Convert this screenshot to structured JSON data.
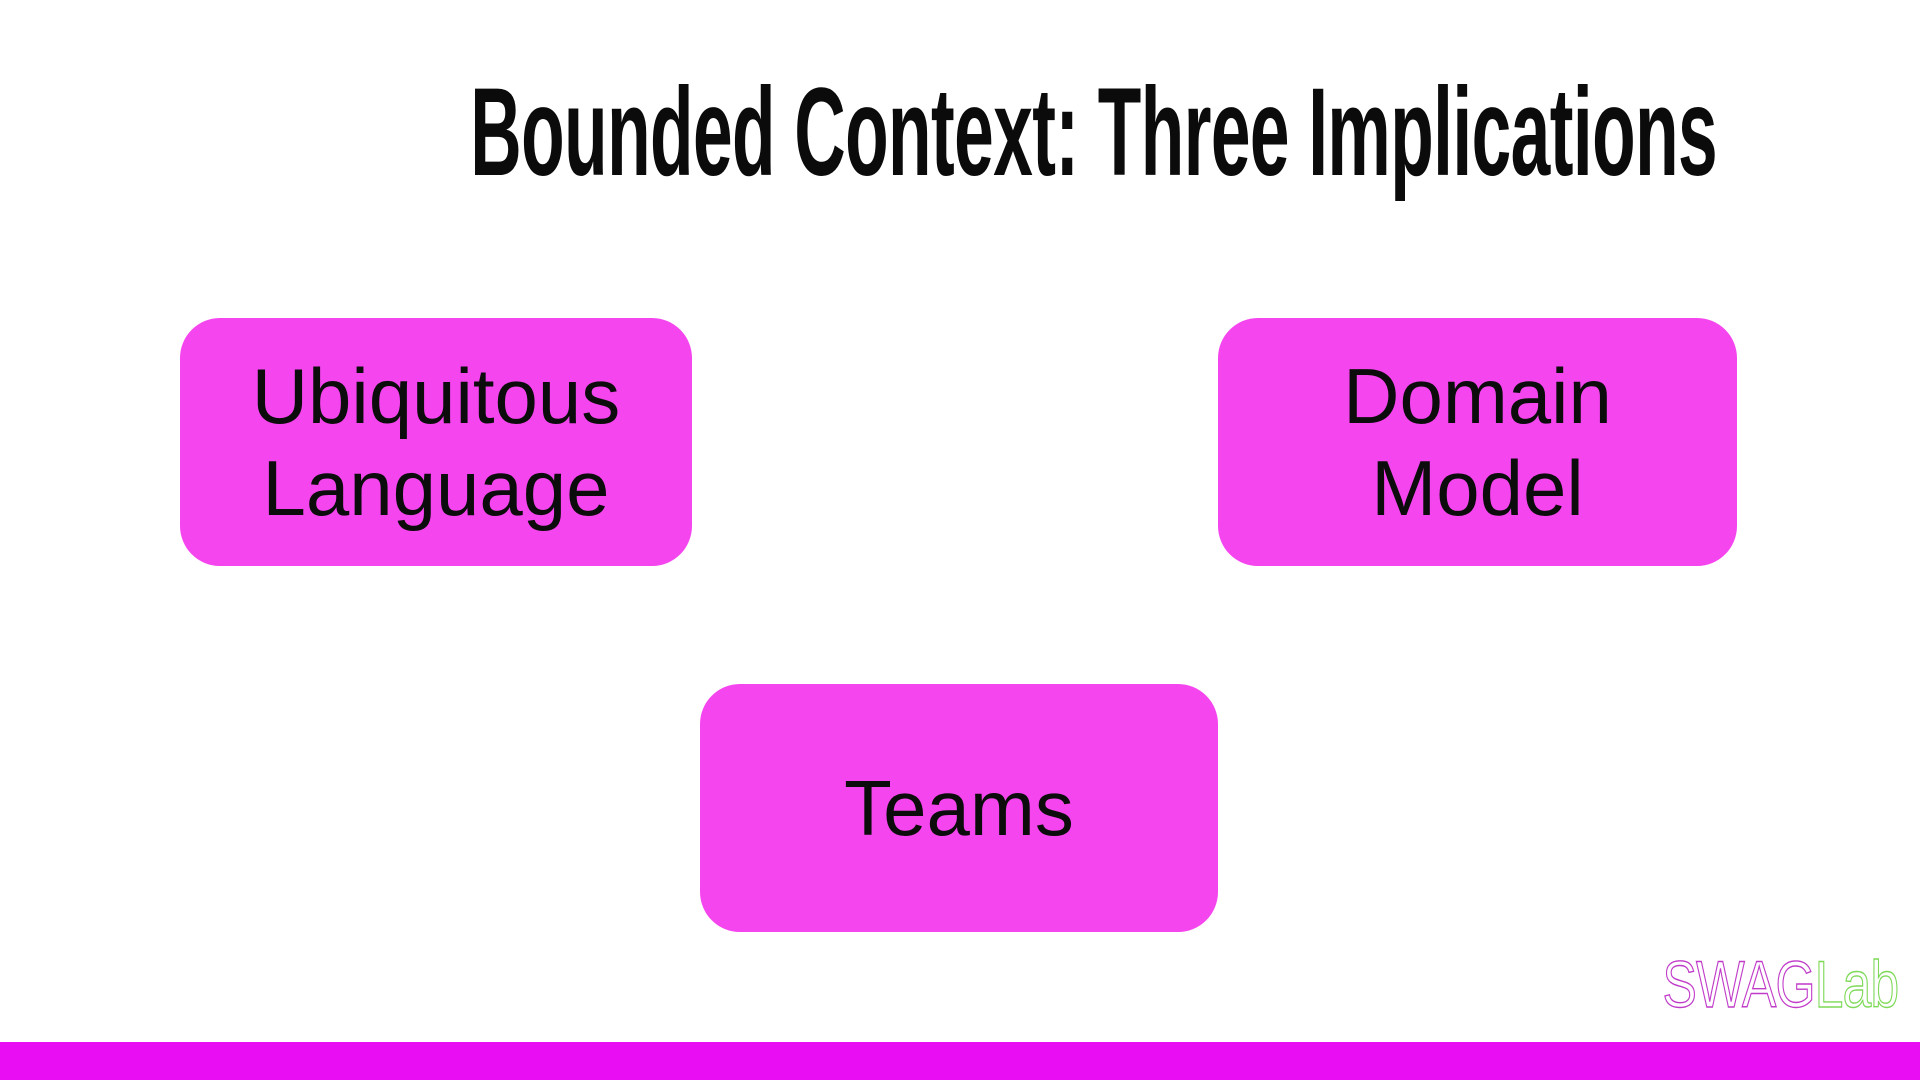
{
  "slide": {
    "title": "Bounded Context: Three Implications",
    "boxes": [
      {
        "id": "ubiquitous-language",
        "label": "Ubiquitous\nLanguage"
      },
      {
        "id": "domain-model",
        "label": "Domain\nModel"
      },
      {
        "id": "teams",
        "label": "Teams"
      }
    ]
  },
  "logo": {
    "brand_primary": "SWAG",
    "brand_secondary": "Lab"
  },
  "colors": {
    "background": "#ffffff",
    "title_text": "#0b0b0b",
    "box_fill": "#f545ee",
    "box_text": "#0c0c0c",
    "accent_bar": "#e80df2",
    "logo_swag": "#c13bc9",
    "logo_lab": "#7ed958"
  }
}
